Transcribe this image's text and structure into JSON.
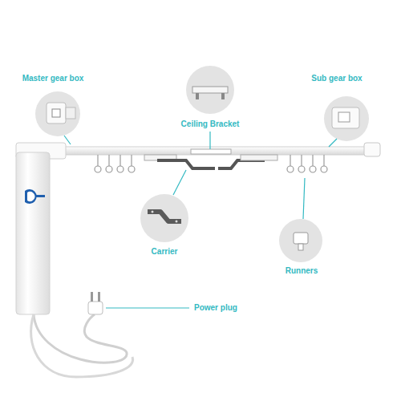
{
  "diagram": {
    "labels": [
      "Master gear box",
      "Ceiling Bracket",
      "Sub gear box",
      "Carrier",
      "Runners",
      "Power plug"
    ]
  }
}
